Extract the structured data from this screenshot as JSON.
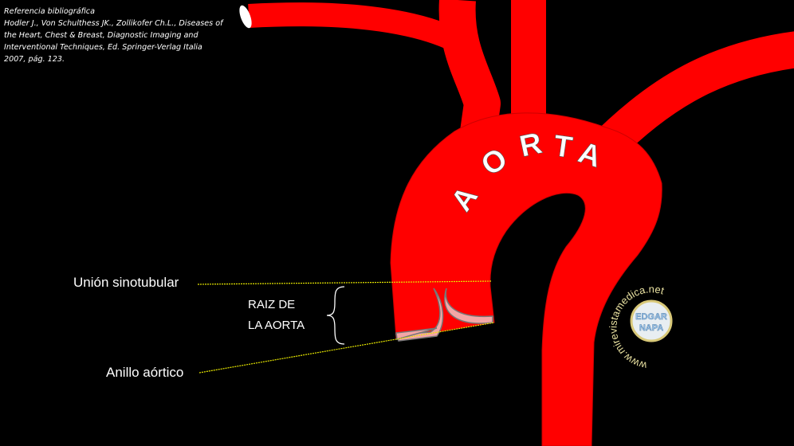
{
  "reference": {
    "title": "Referencia bibliográfica",
    "lines": [
      "Hodler J., Von Schulthess JK.,  Zollikofer Ch.L., Diseases of",
      "the Heart, Chest & Breast, Diagnostic Imaging and",
      "Interventional Techniques, Ed. Springer-Verlag Italia",
      "2007, pág. 123."
    ]
  },
  "labels": {
    "aorta": [
      "A",
      "O",
      "R",
      "T",
      "A"
    ],
    "sinotubular": "Unión sinotubular",
    "root_line1": "RAIZ DE",
    "root_line2": "LA AORTA",
    "annulus": "Anillo aórtico"
  },
  "watermark": {
    "ring_text": "www.mirevistamedica.net",
    "center_line1": "EDGAR",
    "center_line2": "NAPA"
  },
  "colors": {
    "vessel": "#ff0000",
    "valve": "#f4a6a6",
    "leader": "#e8e800",
    "background": "#000000"
  }
}
